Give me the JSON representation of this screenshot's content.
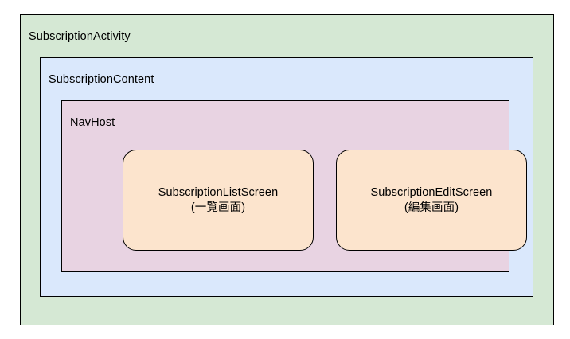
{
  "diagram": {
    "type": "nested-container-diagram",
    "canvas_background": "#ffffff",
    "containers": {
      "activity": {
        "label": "SubscriptionActivity",
        "fill": "#d5e8d4",
        "stroke": "#000000"
      },
      "content": {
        "label": "SubscriptionContent",
        "fill": "#dae8fc",
        "stroke": "#000000"
      },
      "navhost": {
        "label": "NavHost",
        "fill": "#e8d3e2",
        "stroke": "#000000"
      }
    },
    "screens": [
      {
        "name": "SubscriptionListScreen",
        "subtitle": "(一覧画面)",
        "fill": "#fce4cd",
        "stroke": "#000000"
      },
      {
        "name": "SubscriptionEditScreen",
        "subtitle": "(編集画面)",
        "fill": "#fce4cd",
        "stroke": "#000000"
      }
    ]
  }
}
